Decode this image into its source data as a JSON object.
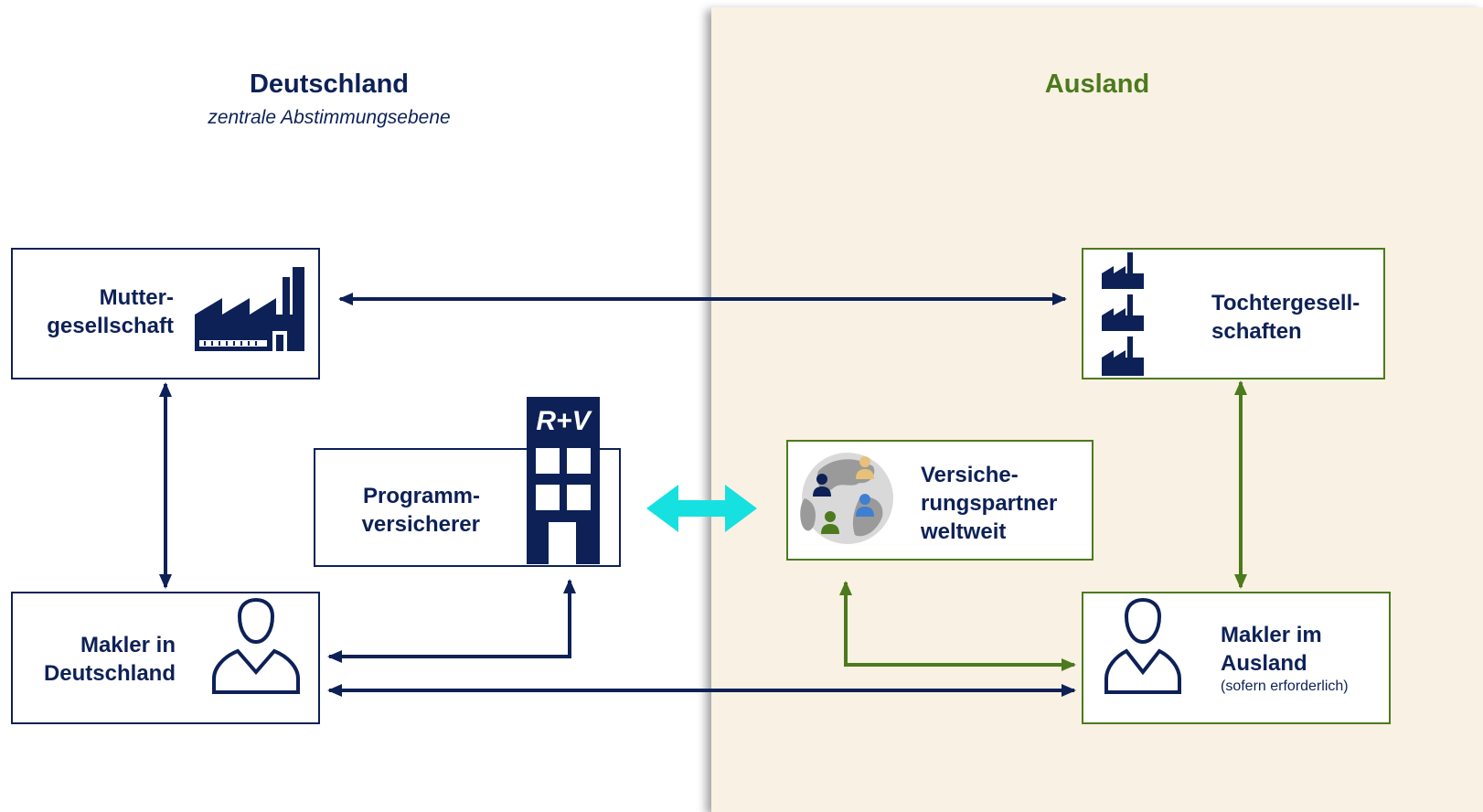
{
  "header": {
    "germany_title": "Deutschland",
    "germany_subtitle": "zentrale Abstimmungsebene",
    "abroad_title": "Ausland"
  },
  "nodes": {
    "mother_company": {
      "line1": "Mutter-",
      "line2": "gesellschaft",
      "icon": "factory-icon"
    },
    "subsidiaries": {
      "line1": "Tochtergesell-",
      "line2": "schaften",
      "icon": "factory-stack-icon"
    },
    "program_insurer": {
      "line1": "Programm-",
      "line2": "versicherer",
      "icon": "office-building-icon",
      "logo_text": "R+V"
    },
    "insurance_partners": {
      "line1": "Versiche-",
      "line2": "rungspartner",
      "line3": "weltweit",
      "icon": "globe-people-icon"
    },
    "broker_germany": {
      "line1": "Makler in",
      "line2": "Deutschland",
      "icon": "person-icon"
    },
    "broker_abroad": {
      "line1": "Makler im",
      "line2": "Ausland",
      "note": "(sofern erforderlich)",
      "icon": "person-icon"
    }
  },
  "colors": {
    "navy": "#0d2157",
    "green": "#4c7a1d",
    "cyan": "#17e0e0",
    "abroad_background": "#f9f1e3"
  }
}
